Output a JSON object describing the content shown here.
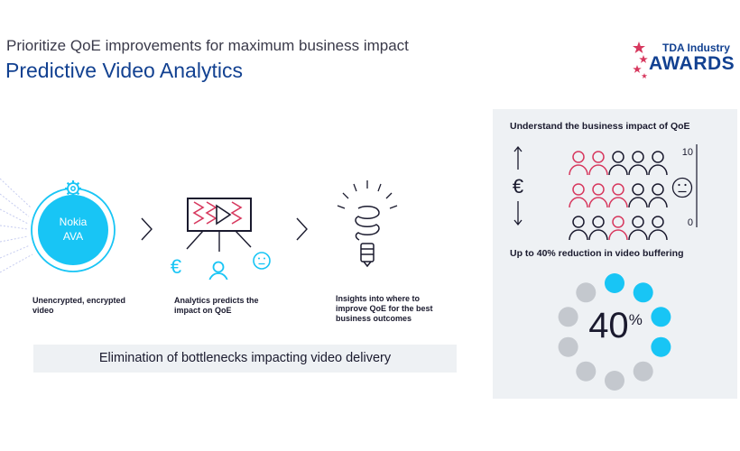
{
  "header": {
    "subtitle": "Prioritize QoE improvements for maximum business impact",
    "title": "Predictive Video Analytics"
  },
  "award": {
    "line1": "TDA Industry",
    "line2": "AWARDS"
  },
  "flow": {
    "node_label_1": "Nokia",
    "node_label_2": "AVA",
    "step1_caption": "Unencrypted, encrypted video",
    "step2_caption": "Analytics predicts the impact on QoE",
    "step3_caption": "Insights into where to improve QoE for the best business outcomes",
    "currency_symbol": "€"
  },
  "banner": {
    "text": "Elimination of bottlenecks impacting video delivery"
  },
  "panel": {
    "heading_impact": "Understand the business impact of QoE",
    "currency_symbol": "€",
    "scale_top": "10",
    "scale_bottom": "0",
    "heading_buffering": "Up to 40% reduction in video buffering",
    "buffering_value": "40",
    "buffering_unit": "%",
    "buffering_fraction": 0.4
  },
  "colors": {
    "brand_blue": "#124191",
    "accent_cyan": "#18c5f5",
    "alert_red": "#d7385e",
    "grey": "#c4c8ce",
    "panel_bg": "#eef1f4"
  }
}
